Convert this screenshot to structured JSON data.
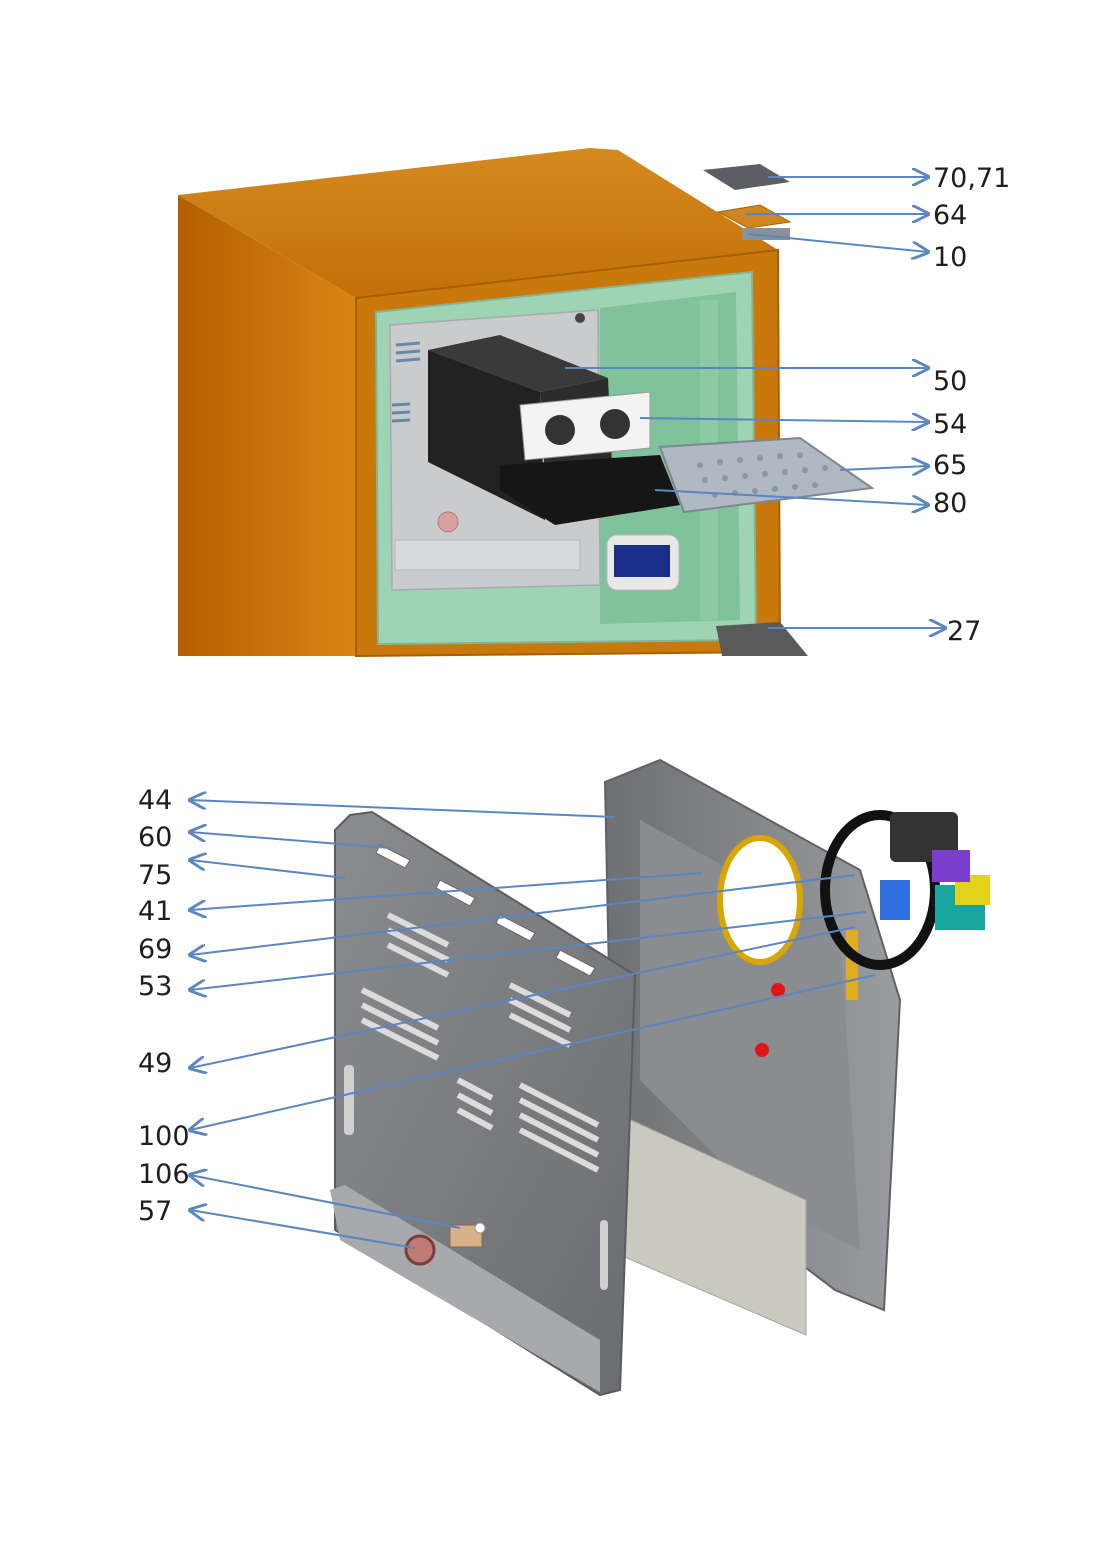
{
  "colors": {
    "leader": "#5b86c2",
    "cabinet": "#c8750a",
    "liner": "#9ed3b3",
    "panel": "#7d7f84",
    "background": "#ffffff"
  },
  "top_view": {
    "callouts": [
      "70,71",
      "64",
      "10",
      "50",
      "54",
      "65",
      "80",
      "27"
    ]
  },
  "bottom_view": {
    "callouts": [
      "44",
      "60",
      "75",
      "41",
      "69",
      "53",
      "49",
      "100",
      "106",
      "57"
    ]
  }
}
